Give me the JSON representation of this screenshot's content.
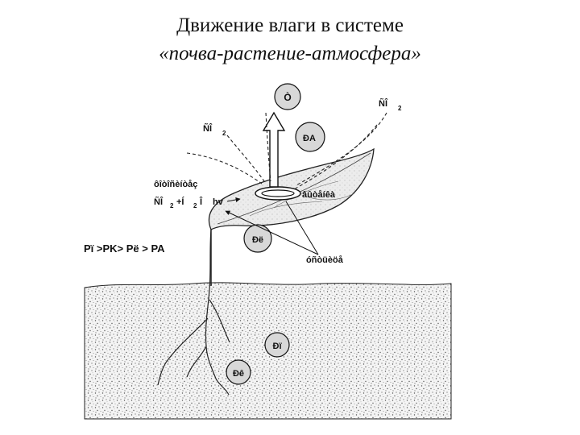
{
  "title": {
    "line1": "Движение влаги в системе",
    "line2": "«почва-растение-атмосфера»"
  },
  "labels": {
    "sun": "Ò",
    "pa": "ÐA",
    "co2_left": "ÑÎ",
    "co2_left_sub": "2",
    "co2_right": "ÑÎ",
    "co2_right_sub": "2",
    "photosynthesis_word": "ôîòîñèíòåç",
    "photo_eq_co": "ÑÎ",
    "photo_eq_sub1": "2",
    "photo_eq_plus": "+Í",
    "photo_eq_sub2": "2",
    "photo_eq_o": "Î",
    "photo_eq_hv": "hv",
    "stomata": "âûòåíêà",
    "pl": "Ðë",
    "vessel": "óñòüèöå",
    "inequality": "Pï >PK> Pë > PA",
    "pp": "Ðï",
    "pk": "Ðê"
  },
  "colors": {
    "ink": "#111111",
    "soil_dots": "#555555",
    "leaf_fill": "#e6e6e6",
    "circle_fill": "#d8d8d8"
  }
}
